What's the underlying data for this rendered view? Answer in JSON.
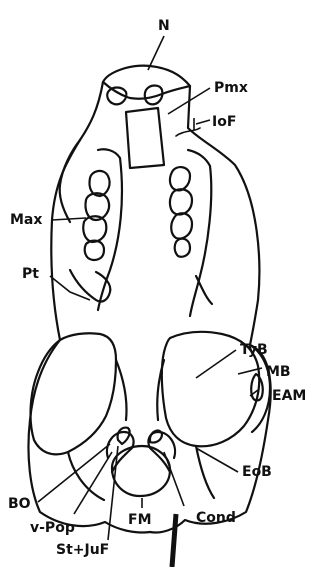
{
  "figure": {
    "labels": {
      "N": "N",
      "Pmx": "Pmx",
      "IoF": "IoF",
      "Max": "Max",
      "Pt": "Pt",
      "TyB": "TyB",
      "MB": "MB",
      "EAM": "EAM",
      "EoB": "EoB",
      "BO": "BO",
      "vPop": "v-Pop",
      "FM": "FM",
      "Cond": "Cond",
      "StJuF": "St+JuF"
    }
  }
}
